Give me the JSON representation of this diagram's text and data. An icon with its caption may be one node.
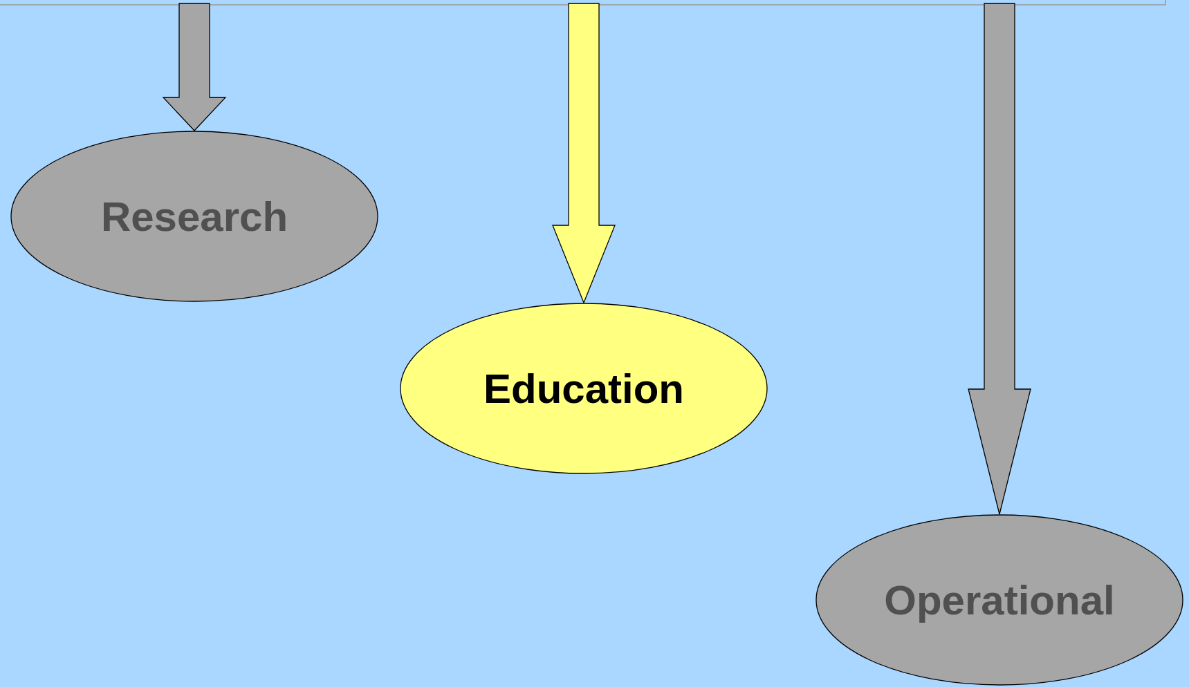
{
  "diagram": {
    "nodes": [
      {
        "text": [
          "Research"
        ]
      },
      {
        "text": [
          "Education"
        ]
      },
      {
        "text": [
          "Operational"
        ]
      }
    ],
    "edges": [
      {
        "from": null,
        "to": 0,
        "arrow": "to"
      },
      {
        "from": null,
        "to": 1,
        "arrow": "to",
        "color": "#ffff80"
      },
      {
        "from": null,
        "to": 2,
        "arrow": "to"
      }
    ]
  }
}
